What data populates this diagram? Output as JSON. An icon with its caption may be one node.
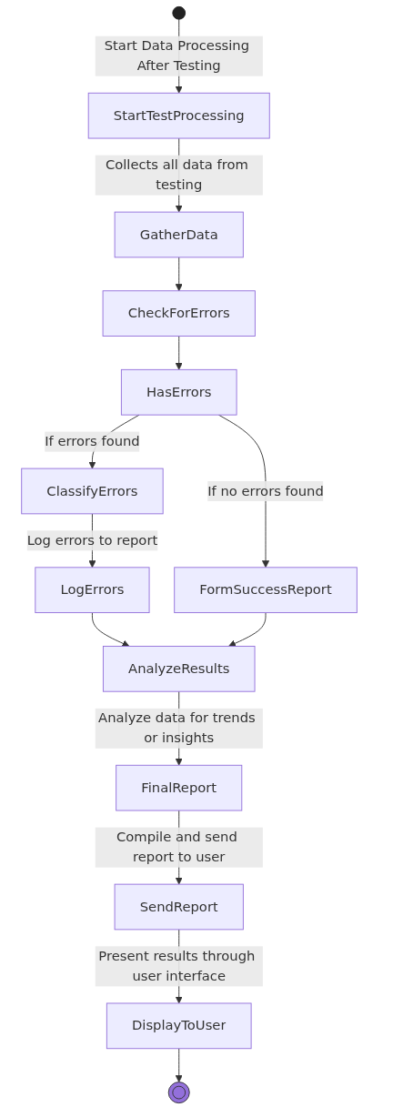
{
  "diagram": {
    "nodes": [
      {
        "text": [],
        "shape": "circle"
      },
      {
        "text": [
          "StartTestProcessing"
        ]
      },
      {
        "text": [
          "GatherData"
        ]
      },
      {
        "text": [
          "CheckForErrors"
        ]
      },
      {
        "text": [
          "HasErrors"
        ]
      },
      {
        "text": [
          "ClassifyErrors"
        ]
      },
      {
        "text": [
          "LogErrors"
        ]
      },
      {
        "text": [
          "FormSuccessReport"
        ]
      },
      {
        "text": [
          "AnalyzeResults"
        ]
      },
      {
        "text": [
          "FinalReport"
        ]
      },
      {
        "text": [
          "SendReport"
        ]
      },
      {
        "text": [
          "DisplayToUser"
        ]
      },
      {
        "text": [],
        "shape": "circle"
      }
    ],
    "edges": [
      {
        "from": 0,
        "to": 1,
        "arrow": "to",
        "label": "Start Data Processing After Testing"
      },
      {
        "from": 1,
        "to": 2,
        "arrow": "to",
        "label": "Collects all data from testing"
      },
      {
        "from": 2,
        "to": 3,
        "arrow": "to"
      },
      {
        "from": 3,
        "to": 4,
        "arrow": "to"
      },
      {
        "from": 4,
        "to": 5,
        "arrow": "to",
        "label": "If errors found"
      },
      {
        "from": 4,
        "to": 7,
        "arrow": "to",
        "label": "If no errors found"
      },
      {
        "from": 5,
        "to": 6,
        "arrow": "to",
        "label": "Log errors to report"
      },
      {
        "from": 6,
        "to": 8,
        "arrow": "to"
      },
      {
        "from": 7,
        "to": 8,
        "arrow": "to"
      },
      {
        "from": 8,
        "to": 9,
        "arrow": "to",
        "label": "Analyze data for trends or insights"
      },
      {
        "from": 9,
        "to": 10,
        "arrow": "to",
        "label": "Compile and send report to user"
      },
      {
        "from": 10,
        "to": 11,
        "arrow": "to",
        "label": "Present results through user interface"
      },
      {
        "from": 11,
        "to": 12,
        "arrow": "to"
      }
    ]
  }
}
